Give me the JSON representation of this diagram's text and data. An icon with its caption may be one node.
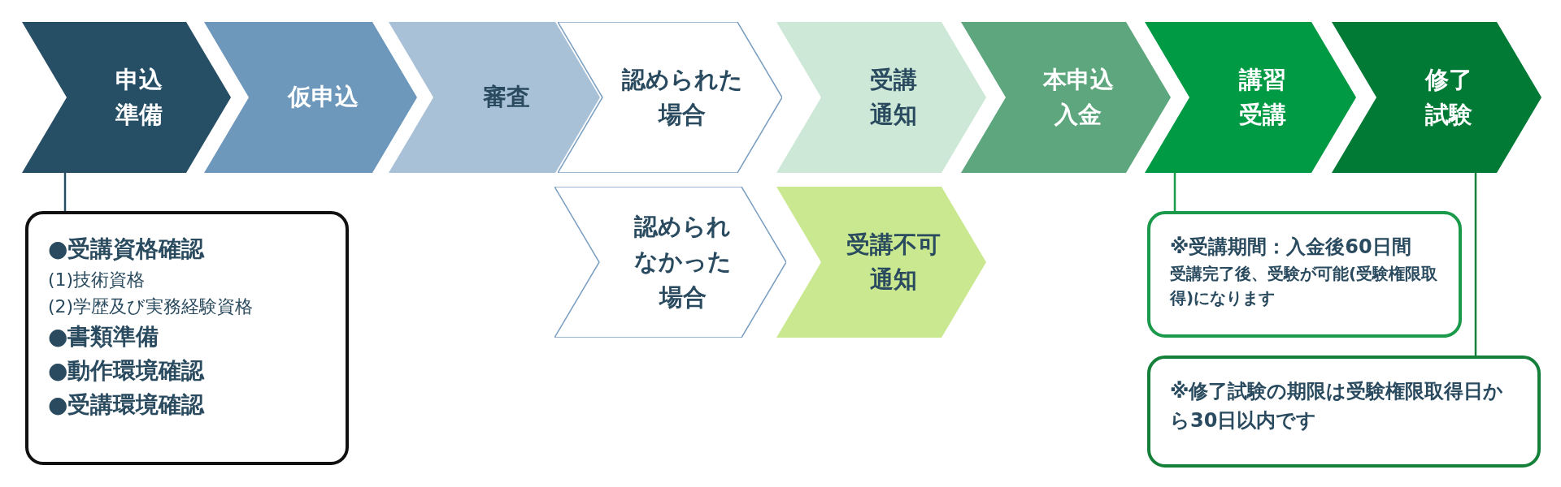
{
  "diagram": {
    "nodes": [
      {
        "text": [
          "申込準備"
        ]
      },
      {
        "text": [
          "仮申込"
        ]
      },
      {
        "text": [
          "審査"
        ]
      },
      {
        "text": [
          "認められた場合"
        ]
      },
      {
        "text": [
          "受講通知"
        ]
      },
      {
        "text": [
          "本申込入金"
        ]
      },
      {
        "text": [
          "講習受講"
        ]
      },
      {
        "text": [
          "修了試験"
        ]
      },
      {
        "text": [
          "認められなかった場合"
        ]
      },
      {
        "text": [
          "受講不可通知"
        ]
      },
      {
        "text": [
          "●受講資格確認",
          "(1)技術資格",
          "(2)学歴及び実務経験資格",
          "●書類準備",
          "●動作環境確認",
          "●受講環境確認"
        ]
      },
      {
        "text": [
          "※受講期間：入金後60日間",
          "受講完了後、受験が可能(受験権限取得)になります"
        ]
      },
      {
        "text": [
          "※修了試験の期限は受験権限取得日から30日以内です"
        ]
      }
    ],
    "edges": [
      {
        "from": 0,
        "to": 10,
        "arrow": "none"
      },
      {
        "from": 6,
        "to": 11,
        "arrow": "none",
        "color": "#1a9a4a"
      },
      {
        "from": 7,
        "to": 12,
        "arrow": "none",
        "color": "#15803a"
      }
    ]
  }
}
